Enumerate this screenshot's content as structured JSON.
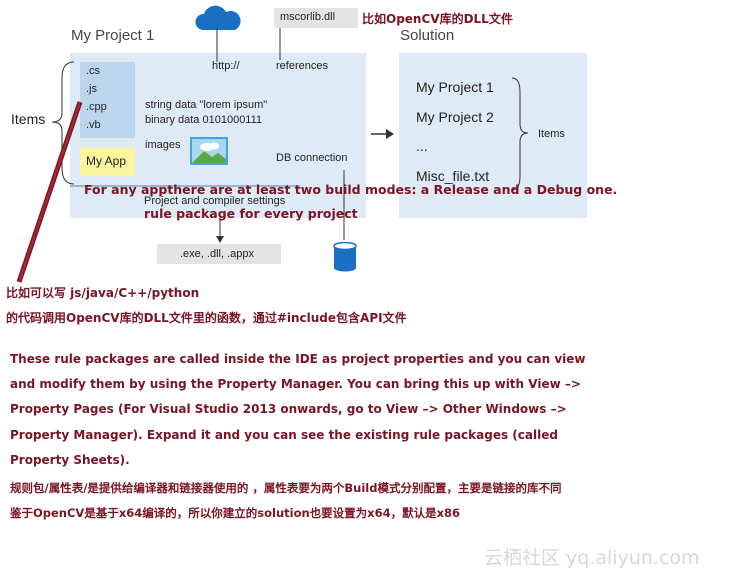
{
  "project": {
    "title": "My Project 1",
    "file_types": [
      ".cs",
      ".js",
      ".cpp",
      ".vb"
    ],
    "my_app": "My App",
    "string_data": "string data \"lorem ipsum\"",
    "binary_data": "binary data 0101000111",
    "images": "images",
    "db_connection": "DB connection",
    "settings": "Project and compiler settings",
    "http": "http://",
    "references": "references",
    "mscorlib": "mscorlib.dll",
    "output": ".exe, .dll, .appx"
  },
  "left_label": "Items",
  "solution": {
    "title": "Solution",
    "items": [
      "My Project 1",
      "My Project 2",
      "...",
      "Misc_file.txt"
    ],
    "items_label": "Items"
  },
  "annotations": {
    "dll_note": "比如OpenCV库的DLL文件",
    "build_modes": "For any appthere are at least two build modes: a Release and a Debug one.",
    "rule_package": "rule package for every project",
    "lang_note": "比如可以写 js/java/C++/python",
    "lang_note2": "的代码调用OpenCV库的DLL文件里的函数，通过#include包含API文件",
    "para_lines": [
      "These rule packages are called inside the IDE as project properties and you can view",
      "and modify them by using the Property Manager. You can bring this up with View –>",
      "Property Pages (For Visual Studio 2013 onwards, go to View –> Other Windows –>",
      "Property Manager). Expand it and you can see the existing rule packages (called",
      "Property Sheets)."
    ],
    "cn_line1": "规则包/属性表/是提供给编译器和链接器使用的 ，属性表要为两个Build模式分别配置，主要是链接的库不同",
    "cn_line2": "鉴于OpenCV是基于x64编译的，所以你建立的solution也要设置为x64，默认是x86"
  },
  "watermark": "云栖社区 yq.aliyun.com",
  "colors": {
    "annotation_red": "#7b1424",
    "panel_light": "#deeaf6",
    "panel_mid": "#bcd6ee",
    "app_yellow": "#fbf5a0",
    "icon_blue": "#1a6fc4"
  }
}
